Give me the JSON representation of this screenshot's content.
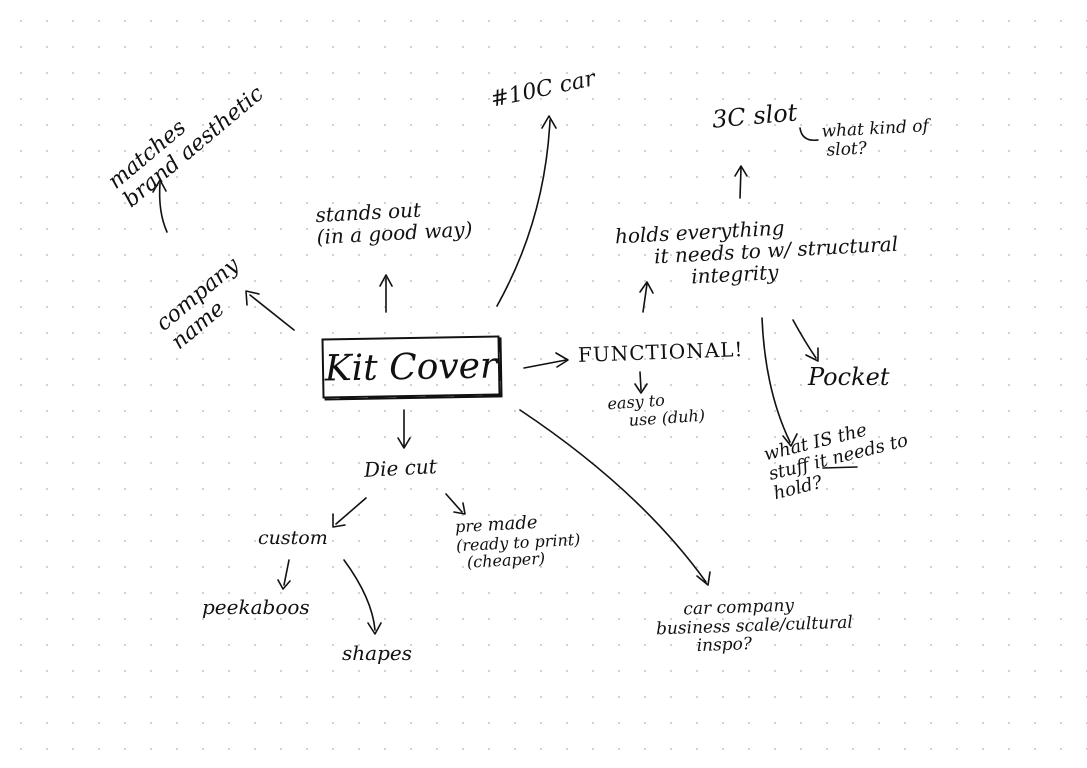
{
  "diagram": {
    "center": "Kit Cover",
    "nodes": {
      "matches_brand_aesthetic": [
        "matches",
        "brand aesthetic"
      ],
      "company_name": [
        "company",
        "name"
      ],
      "stands_out": [
        "stands out",
        "(in a good way)"
      ],
      "ioc_car": "#10C car",
      "three_c_slot": "3C slot",
      "what_kind_of_slot": [
        "what kind of",
        "slot?"
      ],
      "holds_everything": [
        "holds everything",
        "it needs to w/ structural",
        "integrity"
      ],
      "pocket": "Pocket",
      "functional": "FUNCTIONAL!",
      "easy_to_use": [
        "easy to",
        "use (duh)"
      ],
      "what_is_the_stuff": [
        "what IS the",
        "stuff it needs to",
        "hold?"
      ],
      "die_cut": "Die cut",
      "custom": "custom",
      "pre_made": [
        "pre",
        "made",
        "(ready to print)",
        "(cheaper)"
      ],
      "peekaboos": "peekaboos",
      "shapes": "shapes",
      "car_company": [
        "car company",
        "business scale/cultural",
        "inspo?"
      ]
    }
  }
}
